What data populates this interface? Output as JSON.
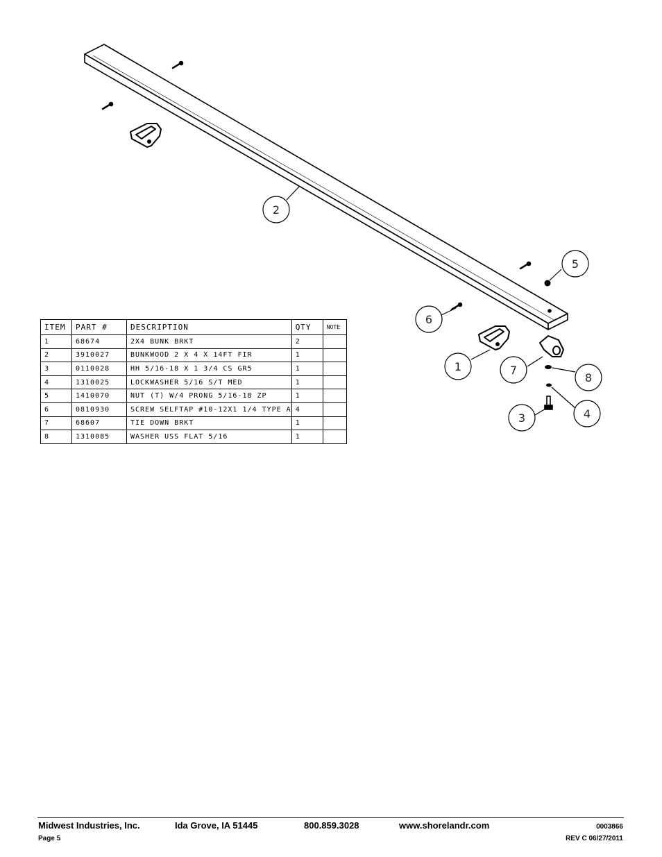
{
  "callouts": [
    "1",
    "2",
    "3",
    "4",
    "5",
    "6",
    "7",
    "8"
  ],
  "table": {
    "headers": [
      "ITEM",
      "PART #",
      "DESCRIPTION",
      "QTY",
      "NOTE"
    ],
    "rows": [
      {
        "item": "1",
        "part": "68674",
        "desc": "2X4 BUNK BRKT",
        "qty": "2"
      },
      {
        "item": "2",
        "part": "3910027",
        "desc": "BUNKWOOD   2 X 4 X 14FT FIR",
        "qty": "1"
      },
      {
        "item": "3",
        "part": "0110028",
        "desc": "HH 5/16-18 X 1 3/4 CS GR5",
        "qty": "1"
      },
      {
        "item": "4",
        "part": "1310025",
        "desc": "LOCKWASHER 5/16 S/T MED",
        "qty": "1"
      },
      {
        "item": "5",
        "part": "1410070",
        "desc": "NUT (T) W/4 PRONG 5/16-18 ZP",
        "qty": "1"
      },
      {
        "item": "6",
        "part": "0810930",
        "desc": "SCREW SELFTAP #10-12X1 1/4 TYPE A",
        "qty": "4"
      },
      {
        "item": "7",
        "part": "68607",
        "desc": "TIE DOWN BRKT",
        "qty": "1"
      },
      {
        "item": "8",
        "part": "1310085",
        "desc": "WASHER USS FLAT 5/16",
        "qty": "1"
      }
    ]
  },
  "footer": {
    "company": "Midwest Industries, Inc.",
    "location": "Ida Grove, IA  51445",
    "phone": "800.859.3028",
    "website": "www.shorelandr.com",
    "doc_number": "0003866",
    "page": "Page 5",
    "revision": "REV C  06/27/2011"
  }
}
